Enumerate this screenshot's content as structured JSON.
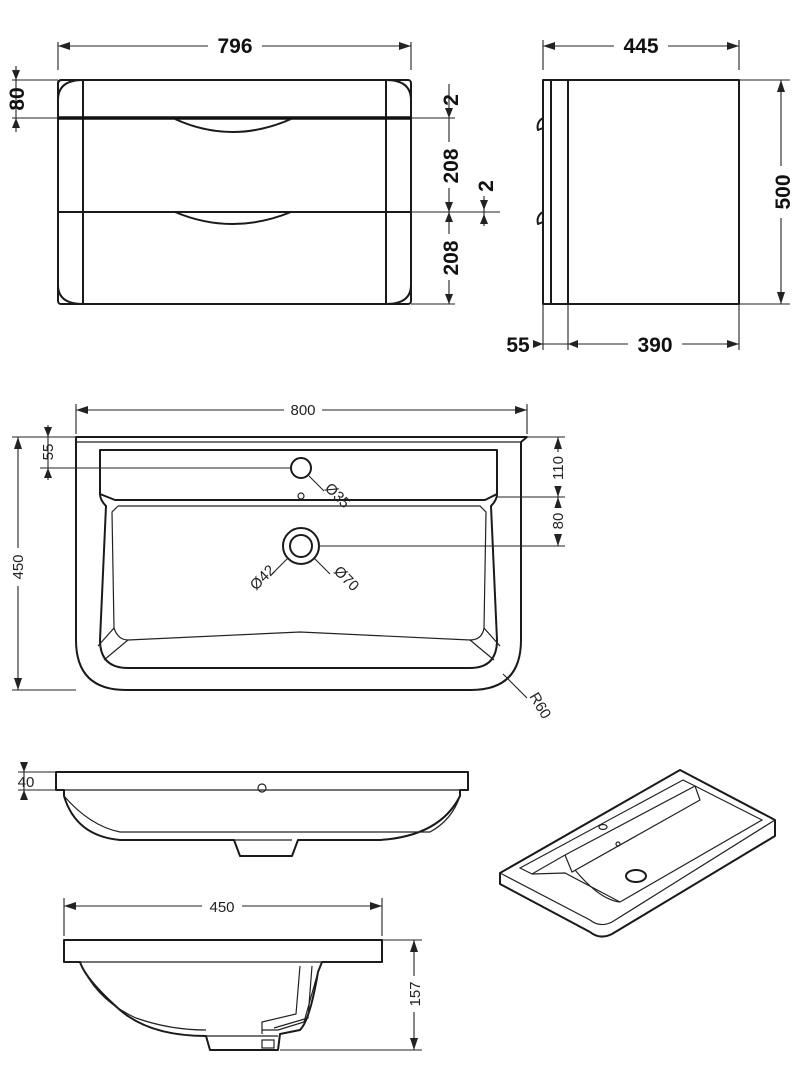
{
  "views": {
    "cabinet_front": {
      "width": "796",
      "top_height": "80",
      "gap_top": "2",
      "drawer_upper": "208",
      "gap_middle": "2",
      "drawer_lower": "208"
    },
    "cabinet_side": {
      "depth": "445",
      "height": "500",
      "front_depth": "55",
      "body_depth": "390"
    },
    "basin_plan": {
      "width": "800",
      "depth": "450",
      "tap_offset": "55",
      "shelf_depth": "110",
      "waste_offset": "80",
      "tap_hole": "Ø35",
      "waste_inner": "Ø42",
      "waste_outer": "Ø70",
      "corner_radius": "R60"
    },
    "basin_front": {
      "rim_height": "40"
    },
    "basin_side": {
      "depth": "450",
      "height": "157"
    }
  }
}
